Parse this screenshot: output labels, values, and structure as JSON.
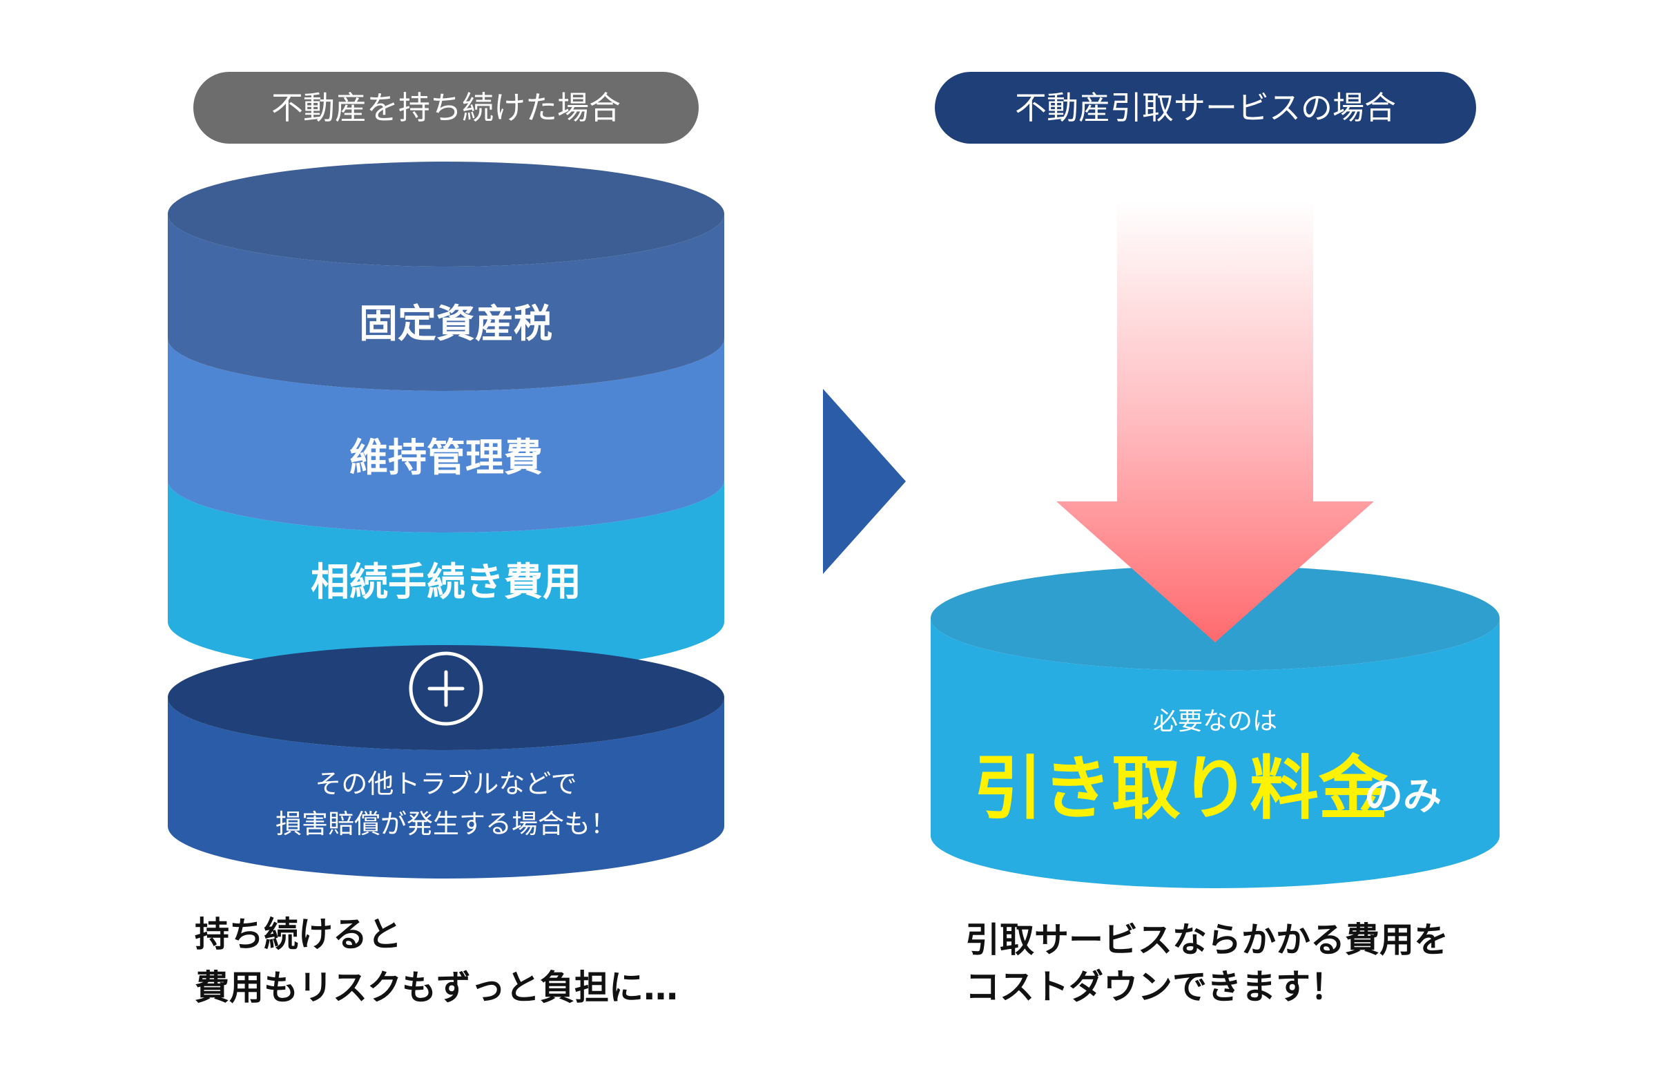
{
  "left": {
    "heading": "不動産を持ち続けた場合",
    "layers": [
      "固定資産税",
      "維持管理費",
      "相続手続き費用"
    ],
    "plus_symbol": "+",
    "trouble_lines": [
      "その他トラブルなどで",
      "損害賠償が発生する場合も！"
    ],
    "caption_lines": [
      "持ち続けると",
      "費用もリスクもずっと負担に…"
    ]
  },
  "right": {
    "heading": "不動産引取サービスの場合",
    "needed_label": "必要なのは",
    "fee_label": "引き取り料金",
    "only_label": "のみ",
    "caption_lines": [
      "引取サービスならかかる費用を",
      "コストダウンできます！"
    ]
  },
  "colors": {
    "left_pill": "#6d6d6d",
    "right_pill": "#1e3f78",
    "layer_top": "#4269a6",
    "layer_middle": "#4f86d3",
    "layer_bottom": "#26aee0",
    "trouble": "#2a5ca8",
    "right_cylinder": "#27ade1",
    "arrow_red": "#ff6f73",
    "fee_yellow": "#fff200"
  },
  "icons": [
    "plus-icon",
    "triangle-arrow-icon",
    "down-arrow-icon"
  ]
}
